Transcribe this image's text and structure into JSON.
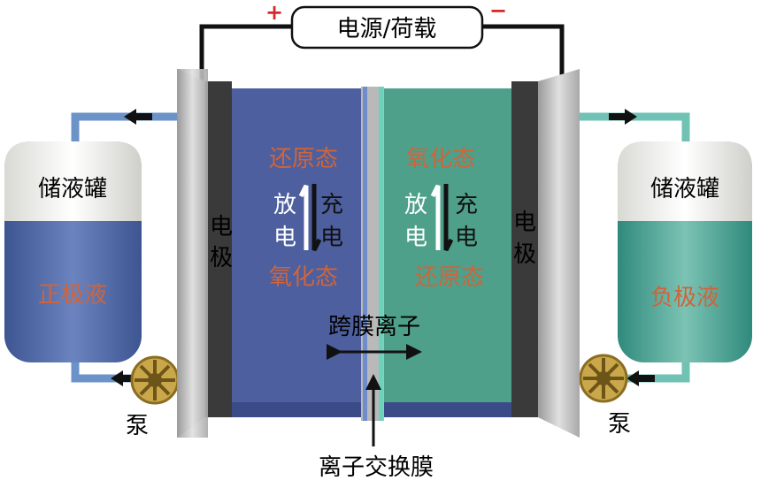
{
  "power": {
    "label": "电源/荷载",
    "plus": "+",
    "minus": "−"
  },
  "left": {
    "tank_label": "储液罐",
    "electrolyte": "正极液",
    "pump": "泵",
    "electrode": [
      "电",
      "极"
    ],
    "top_state": "还原态",
    "bottom_state": "氧化态",
    "discharge": [
      "放",
      "电"
    ],
    "charge": [
      "充",
      "电"
    ]
  },
  "right": {
    "tank_label": "储液罐",
    "electrolyte": "负极液",
    "pump": "泵",
    "electrode": [
      "电",
      "极"
    ],
    "top_state": "氧化态",
    "bottom_state": "还原态",
    "discharge": [
      "放",
      "电"
    ],
    "charge": [
      "充",
      "电"
    ]
  },
  "center": {
    "ion_label": "跨膜离子",
    "membrane_label": "离子交换膜"
  },
  "colors": {
    "state_text": "#d0643a",
    "blue": "#4d5f9e",
    "teal": "#4fa08a",
    "wire": "#111111",
    "plus_minus": "#d42a2a"
  }
}
